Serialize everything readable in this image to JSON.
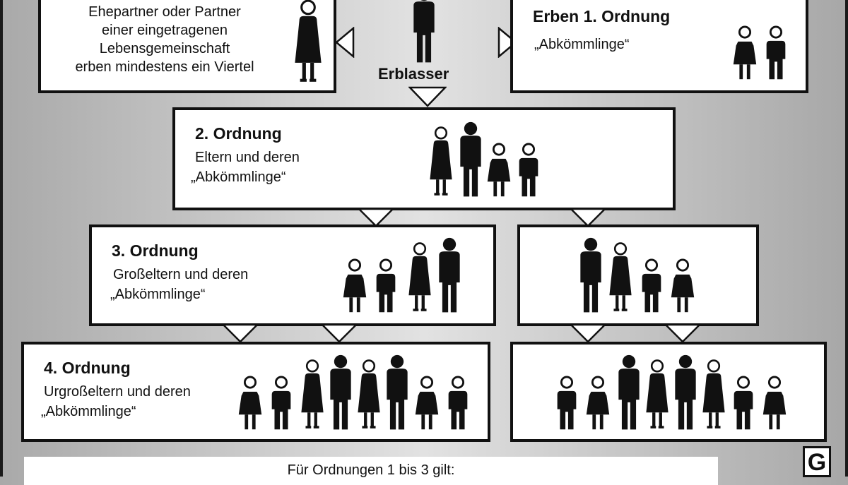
{
  "spouse": {
    "lines": [
      "Ehepartner oder Partner",
      "einer eingetragenen",
      "Lebensgemeinschaft",
      "erben mindestens ein Viertel"
    ]
  },
  "erblasser": {
    "label": "Erblasser"
  },
  "order1": {
    "title": "Erben 1. Ordnung",
    "subtitle": "„Abkömmlinge“"
  },
  "order2": {
    "title": "2. Ordnung",
    "line1": "Eltern und deren",
    "line2": "„Abkömmlinge“"
  },
  "order3": {
    "title": "3. Ordnung",
    "line1": "Großeltern und deren",
    "line2": "„Abkömmlinge“"
  },
  "order4": {
    "title": "4. Ordnung",
    "line1": "Urgroßeltern und deren",
    "line2": "„Abkömmlinge“"
  },
  "footer": {
    "text": "Für Ordnungen 1 bis 3 gilt:"
  },
  "logo": {
    "letter": "G"
  },
  "colors": {
    "figure": "#111111",
    "box": "#ffffff",
    "border": "#111111"
  }
}
